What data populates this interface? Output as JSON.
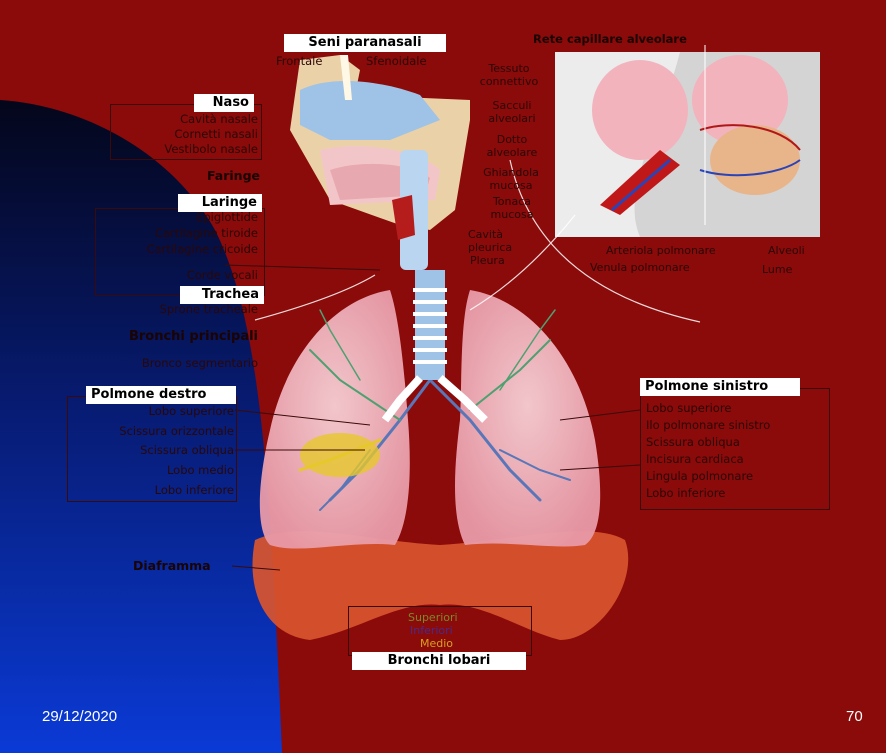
{
  "slide": {
    "date": "29/12/2020",
    "page_number": "70"
  },
  "colors": {
    "background": "#8b0a0a",
    "left_gradient_top": "#05081a",
    "left_gradient_bottom": "#0a3ad6",
    "lung": "#f2b3bd",
    "diaphragm": "#d9552e",
    "trachea_cartilage": "#ffffff",
    "bronchi_green": "#4fa070",
    "bronchi_blue": "#5876b8",
    "bronchi_yellow": "#e6c82a"
  },
  "diagram": {
    "seni_paranasali": {
      "title": "Seni paranasali",
      "items": [
        "Frontale",
        "Sfenoidale"
      ]
    },
    "naso": {
      "title": "Naso",
      "items": [
        "Cavità nasale",
        "Cornetti nasali",
        "Vestibolo nasale"
      ]
    },
    "faringe": "Faringe",
    "laringe": {
      "title": "Laringe",
      "items": [
        "Epiglottide",
        "Cartilagine tiroide",
        "Cartilagine cricoide",
        "Corde vocali"
      ]
    },
    "trachea": {
      "title": "Trachea",
      "items": [
        "Sprone tracheale"
      ]
    },
    "bronchi_principali": "Bronchi principali",
    "bronco_segmentario": "Bronco segmentario",
    "polmone_destro": {
      "title": "Polmone destro",
      "items": [
        "Lobo superiore",
        "Scissura orizzontale",
        "Scissura obliqua",
        "Lobo medio",
        "Lobo inferiore"
      ]
    },
    "diaframma": "Diaframma",
    "polmone_sinistro": {
      "title": "Polmone sinistro",
      "items": [
        "Lobo superiore",
        "Ilo polmonare sinistro",
        "Scissura obliqua",
        "Incisura cardiaca",
        "Lingula polmonare",
        "Lobo inferiore"
      ]
    },
    "bronchi_lobari": {
      "title": "Bronchi lobari",
      "items": [
        "Superiori",
        "Inferiori",
        "Medio"
      ]
    },
    "alveoli_inset": {
      "title": "Rete capillare alveolare",
      "left_items": [
        "Tessuto connettivo",
        "Sacculi alveolari",
        "Dotto alveolare",
        "Ghiandola mucosa",
        "Tonaca mucosa",
        "Cavità pleurica",
        "Pleura"
      ],
      "bottom_items": [
        "Arteriola polmonare",
        "Venula polmonare"
      ],
      "right_items": [
        "Alveoli",
        "Lume"
      ]
    }
  }
}
